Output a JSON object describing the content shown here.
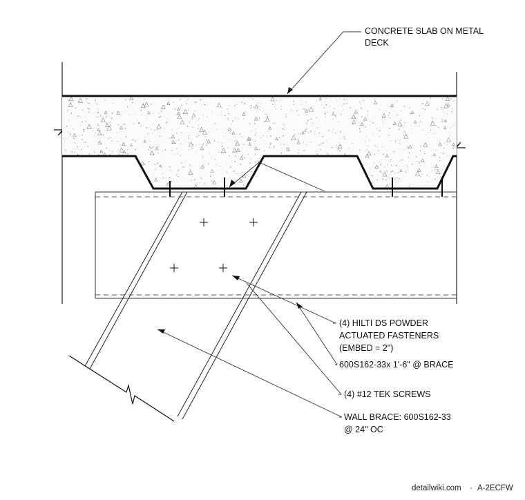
{
  "annotations": {
    "slab": [
      "CONCRETE SLAB ON METAL",
      "DECK"
    ],
    "fasteners": [
      "(4) HILTI DS POWDER",
      "ACTUATED FASTENERS",
      "(EMBED = 2\")"
    ],
    "track": [
      "600S162-33x 1'-6\" @ BRACE"
    ],
    "screws": [
      "(4) #12 TEK SCREWS"
    ],
    "brace": [
      "WALL BRACE: 600S162-33",
      "@ 24\" OC"
    ]
  },
  "footer": {
    "source": "detailwiki.com",
    "separator": "·",
    "code": "A-2ECFW"
  },
  "colors": {
    "line": "#111111",
    "thin": "#444444",
    "background": "#ffffff"
  }
}
